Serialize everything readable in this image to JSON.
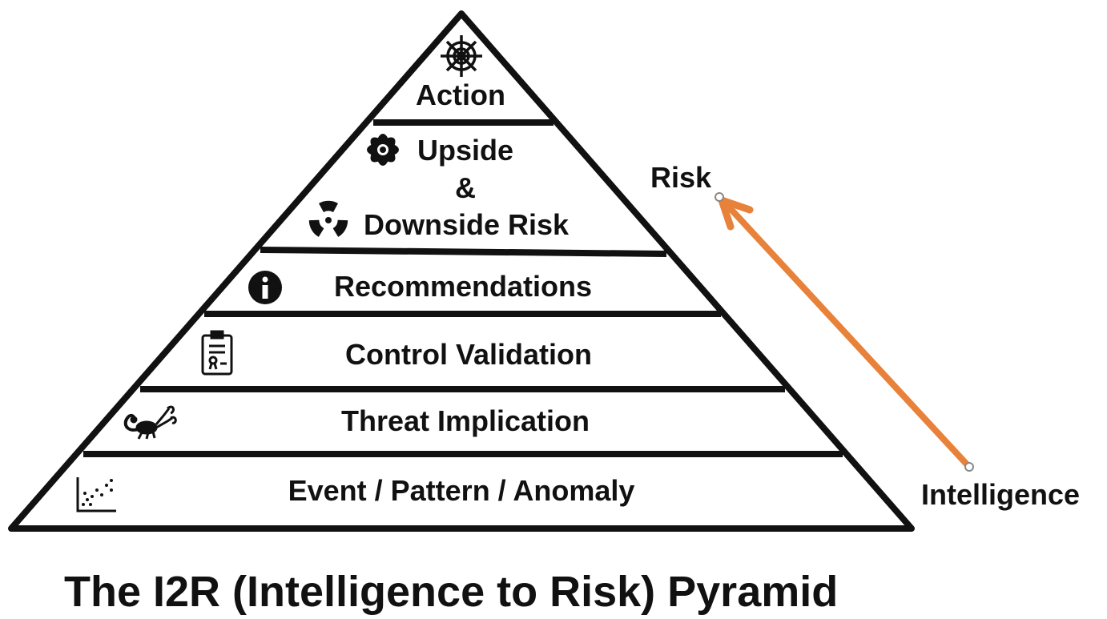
{
  "title": "The I2R (Intelligence to Risk) Pyramid",
  "tiers": [
    {
      "label": "Action",
      "icon": "ship-wheel-icon"
    },
    {
      "label_top": "Upside",
      "label_mid": "&",
      "label_bottom": "Downside Risk",
      "icon_top": "flower-icon",
      "icon_bottom": "radiation-icon"
    },
    {
      "label": "Recommendations",
      "icon": "info-icon"
    },
    {
      "label": "Control Validation",
      "icon": "clipboard-certificate-icon"
    },
    {
      "label": "Threat Implication",
      "icon": "scorpion-icon"
    },
    {
      "label": "Event / Pattern / Anomaly",
      "icon": "scatter-plot-icon"
    }
  ],
  "arrow": {
    "from": "Intelligence",
    "to": "Risk",
    "color": "#E8823A"
  },
  "colors": {
    "outline": "#111111",
    "background": "#ffffff",
    "arrow": "#E8823A"
  }
}
